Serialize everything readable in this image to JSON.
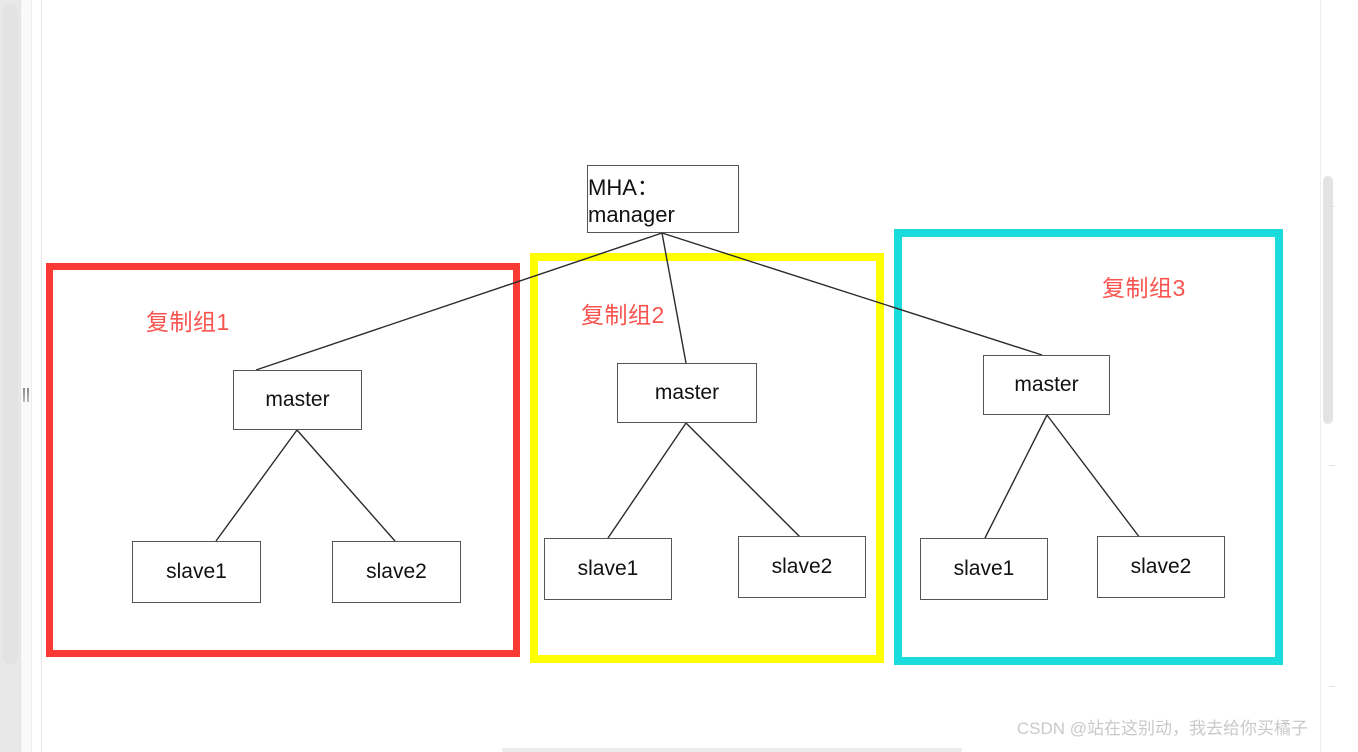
{
  "diagram": {
    "title": "MHA multi-replication-group architecture",
    "manager": {
      "label": "MHA： manager"
    },
    "groups": [
      {
        "id": "group-1",
        "label": "复制组1",
        "border_color": "#F93A35",
        "label_color": "#F9544F",
        "master": {
          "label": "master"
        },
        "slaves": [
          {
            "label": "slave1"
          },
          {
            "label": "slave2"
          }
        ]
      },
      {
        "id": "group-2",
        "label": "复制组2",
        "border_color": "#FFFF00",
        "label_color": "#F9544F",
        "master": {
          "label": "master"
        },
        "slaves": [
          {
            "label": "slave1"
          },
          {
            "label": "slave2"
          }
        ]
      },
      {
        "id": "group-3",
        "label": "复制组3",
        "border_color": "#1BDCDC",
        "label_color": "#F9544F",
        "master": {
          "label": "master"
        },
        "slaves": [
          {
            "label": "slave1"
          },
          {
            "label": "slave2"
          }
        ]
      }
    ],
    "connector_color": "#2b2b2b",
    "node_border_color": "#555555",
    "background_color": "#FFFFFF"
  },
  "watermark": {
    "text": "CSDN @站在这别动，我去给你买橘子"
  },
  "chrome": {
    "vertical_scrollbar_name": "vertical-scrollbar",
    "horizontal_scrollbar_name": "horizontal-scrollbar",
    "splitter_name": "panel-splitter"
  }
}
